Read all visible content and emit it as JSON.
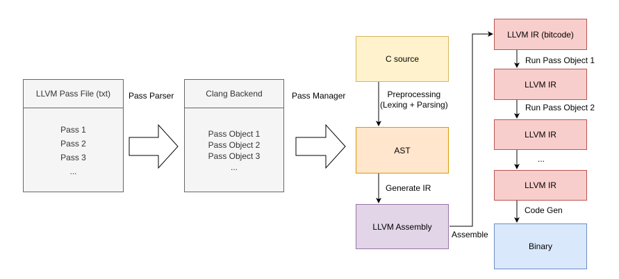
{
  "pass_file": {
    "title": "LLVM Pass File (txt)",
    "items": [
      "Pass 1",
      "Pass 2",
      "Pass 3",
      "..."
    ]
  },
  "clang_backend": {
    "title": "Clang Backend",
    "items": [
      "Pass Object 1",
      "Pass Object 2",
      "Pass Object 3",
      "..."
    ]
  },
  "labels": {
    "pass_parser": "Pass Parser",
    "pass_manager": "Pass Manager",
    "preprocessing_line1": "Preprocessing",
    "preprocessing_line2": "(Lexing + Parsing)",
    "generate_ir": "Generate IR",
    "assemble": "Assemble",
    "run_pass_1": "Run Pass Object 1",
    "run_pass_2": "Run Pass Object 2",
    "ellipsis": "...",
    "code_gen": "Code Gen"
  },
  "nodes": {
    "c_source": "C source",
    "ast": "AST",
    "llvm_assembly": "LLVM Assembly",
    "ir_bitcode": "LLVM IR (bitcode)",
    "ir_1": "LLVM IR",
    "ir_2": "LLVM IR",
    "ir_3": "LLVM IR",
    "binary": "Binary"
  },
  "colors": {
    "yellow_fill": "#fff2cc",
    "yellow_stroke": "#d6b656",
    "orange_fill": "#ffe6cc",
    "orange_stroke": "#d79b00",
    "purple_fill": "#e1d5e7",
    "purple_stroke": "#9673a6",
    "red_fill": "#f8cecc",
    "red_stroke": "#b85450",
    "blue_fill": "#dae8fc",
    "blue_stroke": "#6c8ebf"
  }
}
